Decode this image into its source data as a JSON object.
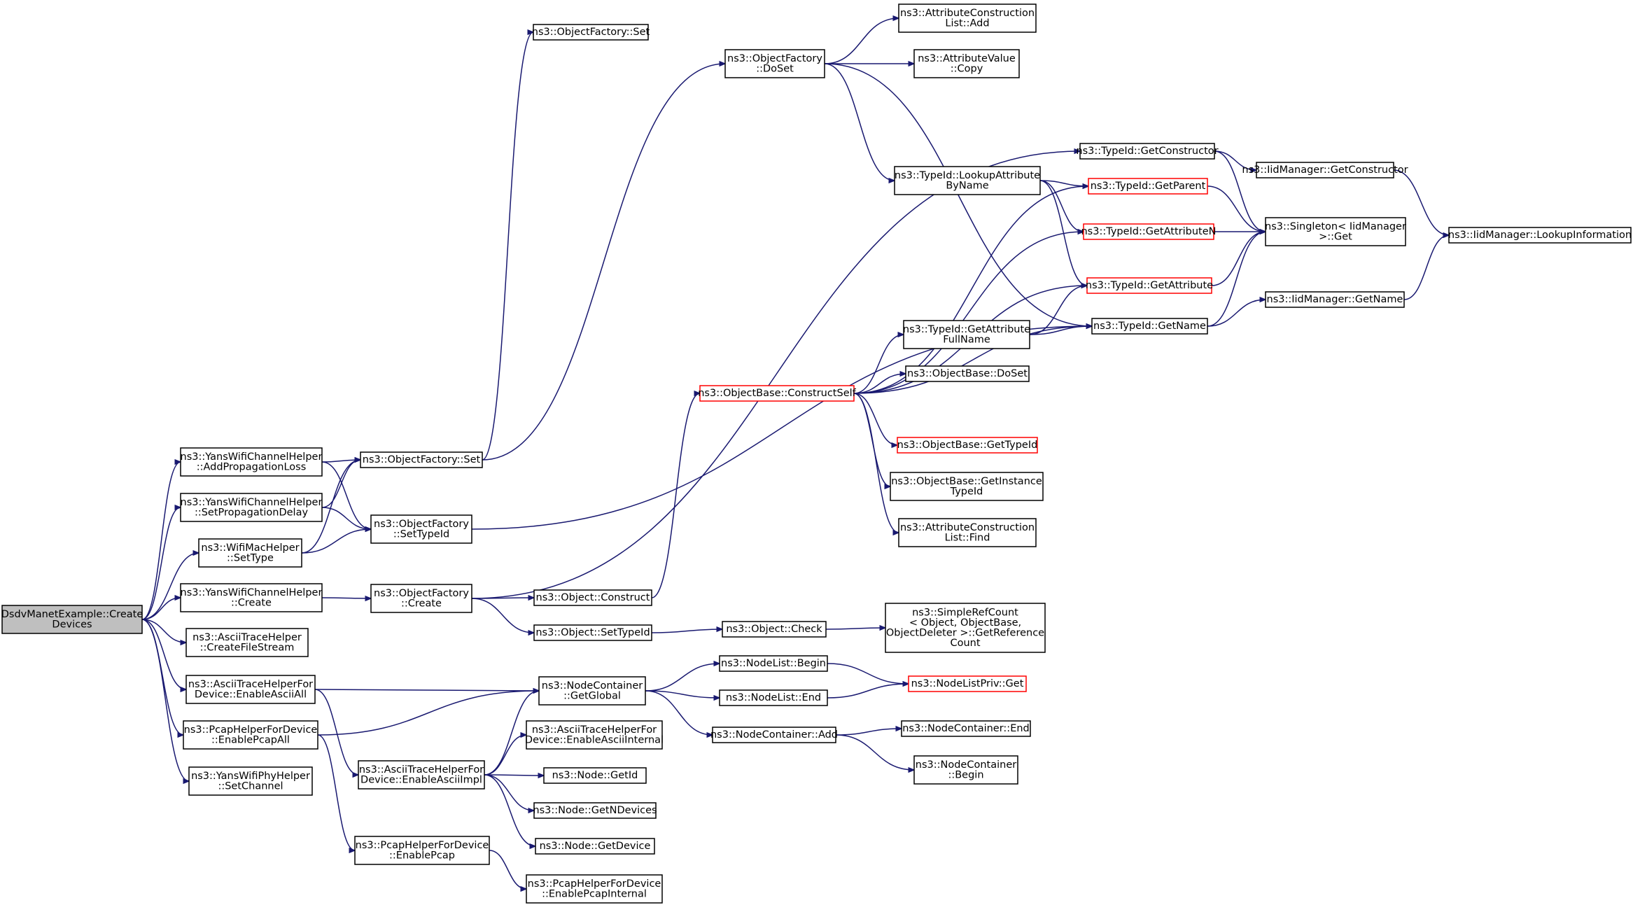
{
  "diagram": {
    "type": "call-graph",
    "root": "n0",
    "nodes": [
      {
        "id": "n0",
        "lines": [
          "DsdvManetExample::Create",
          "Devices"
        ],
        "style": "root"
      },
      {
        "id": "n1",
        "lines": [
          "ns3::YansWifiChannelHelper",
          "::AddPropagationLoss"
        ],
        "style": "normal"
      },
      {
        "id": "n2",
        "lines": [
          "ns3::YansWifiChannelHelper",
          "::SetPropagationDelay"
        ],
        "style": "normal"
      },
      {
        "id": "n3",
        "lines": [
          "ns3::WifiMacHelper",
          "::SetType"
        ],
        "style": "normal"
      },
      {
        "id": "n4",
        "lines": [
          "ns3::YansWifiChannelHelper",
          "::Create"
        ],
        "style": "normal"
      },
      {
        "id": "n5",
        "lines": [
          "ns3::AsciiTraceHelper",
          "::CreateFileStream"
        ],
        "style": "normal"
      },
      {
        "id": "n6",
        "lines": [
          "ns3::AsciiTraceHelperFor",
          "Device::EnableAsciiAll"
        ],
        "style": "normal"
      },
      {
        "id": "n7",
        "lines": [
          "ns3::PcapHelperForDevice",
          "::EnablePcapAll"
        ],
        "style": "normal"
      },
      {
        "id": "n8",
        "lines": [
          "ns3::YansWifiPhyHelper",
          "::SetChannel"
        ],
        "style": "normal"
      },
      {
        "id": "n9",
        "lines": [
          "ns3::ObjectFactory::Set"
        ],
        "style": "normal"
      },
      {
        "id": "n10",
        "lines": [
          "ns3::ObjectFactory",
          "::SetTypeId"
        ],
        "style": "normal"
      },
      {
        "id": "n11",
        "lines": [
          "ns3::ObjectFactory",
          "::Create"
        ],
        "style": "normal"
      },
      {
        "id": "n12",
        "lines": [
          "ns3::ObjectFactory::Set"
        ],
        "style": "normal"
      },
      {
        "id": "n13",
        "lines": [
          "ns3::ObjectFactory",
          "::DoSet"
        ],
        "style": "normal"
      },
      {
        "id": "n14",
        "lines": [
          "ns3::AttributeConstruction",
          "List::Add"
        ],
        "style": "normal"
      },
      {
        "id": "n15",
        "lines": [
          "ns3::AttributeValue",
          "::Copy"
        ],
        "style": "normal"
      },
      {
        "id": "n16",
        "lines": [
          "ns3::TypeId::LookupAttribute",
          "ByName"
        ],
        "style": "normal"
      },
      {
        "id": "n17",
        "lines": [
          "ns3::TypeId::GetConstructor"
        ],
        "style": "normal"
      },
      {
        "id": "n18",
        "lines": [
          "ns3::TypeId::GetParent"
        ],
        "style": "red"
      },
      {
        "id": "n19",
        "lines": [
          "ns3::TypeId::GetAttributeN"
        ],
        "style": "red"
      },
      {
        "id": "n20",
        "lines": [
          "ns3::TypeId::GetAttribute"
        ],
        "style": "red"
      },
      {
        "id": "n21",
        "lines": [
          "ns3::TypeId::GetName"
        ],
        "style": "normal"
      },
      {
        "id": "n22",
        "lines": [
          "ns3::IidManager::GetConstructor"
        ],
        "style": "normal"
      },
      {
        "id": "n23",
        "lines": [
          "ns3::Singleton< IidManager",
          " >::Get"
        ],
        "style": "normal"
      },
      {
        "id": "n24",
        "lines": [
          "ns3::IidManager::LookupInformation"
        ],
        "style": "normal"
      },
      {
        "id": "n25",
        "lines": [
          "ns3::IidManager::GetName"
        ],
        "style": "normal"
      },
      {
        "id": "n26",
        "lines": [
          "ns3::TypeId::GetAttribute",
          "FullName"
        ],
        "style": "normal"
      },
      {
        "id": "n27",
        "lines": [
          "ns3::ObjectBase::DoSet"
        ],
        "style": "normal"
      },
      {
        "id": "n28",
        "lines": [
          "ns3::ObjectBase::ConstructSelf"
        ],
        "style": "red"
      },
      {
        "id": "n29",
        "lines": [
          "ns3::ObjectBase::GetTypeId"
        ],
        "style": "red"
      },
      {
        "id": "n30",
        "lines": [
          "ns3::ObjectBase::GetInstance",
          "TypeId"
        ],
        "style": "normal"
      },
      {
        "id": "n31",
        "lines": [
          "ns3::AttributeConstruction",
          "List::Find"
        ],
        "style": "normal"
      },
      {
        "id": "n32",
        "lines": [
          "ns3::Object::Construct"
        ],
        "style": "normal"
      },
      {
        "id": "n33",
        "lines": [
          "ns3::Object::SetTypeId"
        ],
        "style": "normal"
      },
      {
        "id": "n34",
        "lines": [
          "ns3::Object::Check"
        ],
        "style": "normal"
      },
      {
        "id": "n35",
        "lines": [
          "ns3::SimpleRefCount",
          "< Object, ObjectBase,",
          " ObjectDeleter >::GetReference",
          "Count"
        ],
        "style": "normal"
      },
      {
        "id": "n36",
        "lines": [
          "ns3::NodeContainer",
          "::GetGlobal"
        ],
        "style": "normal"
      },
      {
        "id": "n37",
        "lines": [
          "ns3::NodeList::Begin"
        ],
        "style": "normal"
      },
      {
        "id": "n38",
        "lines": [
          "ns3::NodeList::End"
        ],
        "style": "normal"
      },
      {
        "id": "n39",
        "lines": [
          "ns3::NodeListPriv::Get"
        ],
        "style": "red"
      },
      {
        "id": "n40",
        "lines": [
          "ns3::NodeContainer::Add"
        ],
        "style": "normal"
      },
      {
        "id": "n41",
        "lines": [
          "ns3::NodeContainer::End"
        ],
        "style": "normal"
      },
      {
        "id": "n42",
        "lines": [
          "ns3::NodeContainer",
          "::Begin"
        ],
        "style": "normal"
      },
      {
        "id": "n43",
        "lines": [
          "ns3::AsciiTraceHelperFor",
          "Device::EnableAsciiImpl"
        ],
        "style": "normal"
      },
      {
        "id": "n44",
        "lines": [
          "ns3::AsciiTraceHelperFor",
          "Device::EnableAsciiInternal"
        ],
        "style": "normal"
      },
      {
        "id": "n45",
        "lines": [
          "ns3::Node::GetId"
        ],
        "style": "normal"
      },
      {
        "id": "n46",
        "lines": [
          "ns3::Node::GetNDevices"
        ],
        "style": "normal"
      },
      {
        "id": "n47",
        "lines": [
          "ns3::Node::GetDevice"
        ],
        "style": "normal"
      },
      {
        "id": "n48",
        "lines": [
          "ns3::PcapHelperForDevice",
          "::EnablePcap"
        ],
        "style": "normal"
      },
      {
        "id": "n49",
        "lines": [
          "ns3::PcapHelperForDevice",
          "::EnablePcapInternal"
        ],
        "style": "normal"
      }
    ],
    "edges": [
      [
        "n0",
        "n1"
      ],
      [
        "n0",
        "n2"
      ],
      [
        "n0",
        "n3"
      ],
      [
        "n0",
        "n4"
      ],
      [
        "n0",
        "n5"
      ],
      [
        "n0",
        "n6"
      ],
      [
        "n0",
        "n7"
      ],
      [
        "n0",
        "n8"
      ],
      [
        "n1",
        "n9"
      ],
      [
        "n1",
        "n10"
      ],
      [
        "n2",
        "n9"
      ],
      [
        "n2",
        "n10"
      ],
      [
        "n3",
        "n9"
      ],
      [
        "n3",
        "n10"
      ],
      [
        "n4",
        "n11"
      ],
      [
        "n9",
        "n12"
      ],
      [
        "n9",
        "n13"
      ],
      [
        "n10",
        "n21"
      ],
      [
        "n11",
        "n17"
      ],
      [
        "n11",
        "n32"
      ],
      [
        "n11",
        "n33"
      ],
      [
        "n13",
        "n14"
      ],
      [
        "n13",
        "n15"
      ],
      [
        "n13",
        "n16"
      ],
      [
        "n13",
        "n21"
      ],
      [
        "n16",
        "n18"
      ],
      [
        "n16",
        "n19"
      ],
      [
        "n16",
        "n20"
      ],
      [
        "n17",
        "n22"
      ],
      [
        "n17",
        "n23"
      ],
      [
        "n18",
        "n23"
      ],
      [
        "n19",
        "n23"
      ],
      [
        "n20",
        "n23"
      ],
      [
        "n21",
        "n23"
      ],
      [
        "n21",
        "n25"
      ],
      [
        "n22",
        "n24"
      ],
      [
        "n25",
        "n24"
      ],
      [
        "n26",
        "n20"
      ],
      [
        "n26",
        "n21"
      ],
      [
        "n28",
        "n18"
      ],
      [
        "n28",
        "n19"
      ],
      [
        "n28",
        "n20"
      ],
      [
        "n28",
        "n26"
      ],
      [
        "n28",
        "n27"
      ],
      [
        "n28",
        "n21"
      ],
      [
        "n28",
        "n29"
      ],
      [
        "n28",
        "n30"
      ],
      [
        "n28",
        "n31"
      ],
      [
        "n32",
        "n28"
      ],
      [
        "n33",
        "n34"
      ],
      [
        "n34",
        "n35"
      ],
      [
        "n6",
        "n36"
      ],
      [
        "n6",
        "n43"
      ],
      [
        "n7",
        "n36"
      ],
      [
        "n7",
        "n48"
      ],
      [
        "n36",
        "n37"
      ],
      [
        "n36",
        "n38"
      ],
      [
        "n36",
        "n40"
      ],
      [
        "n37",
        "n39"
      ],
      [
        "n38",
        "n39"
      ],
      [
        "n40",
        "n41"
      ],
      [
        "n40",
        "n42"
      ],
      [
        "n43",
        "n36"
      ],
      [
        "n43",
        "n44"
      ],
      [
        "n43",
        "n45"
      ],
      [
        "n43",
        "n46"
      ],
      [
        "n43",
        "n47"
      ],
      [
        "n48",
        "n49"
      ]
    ]
  }
}
